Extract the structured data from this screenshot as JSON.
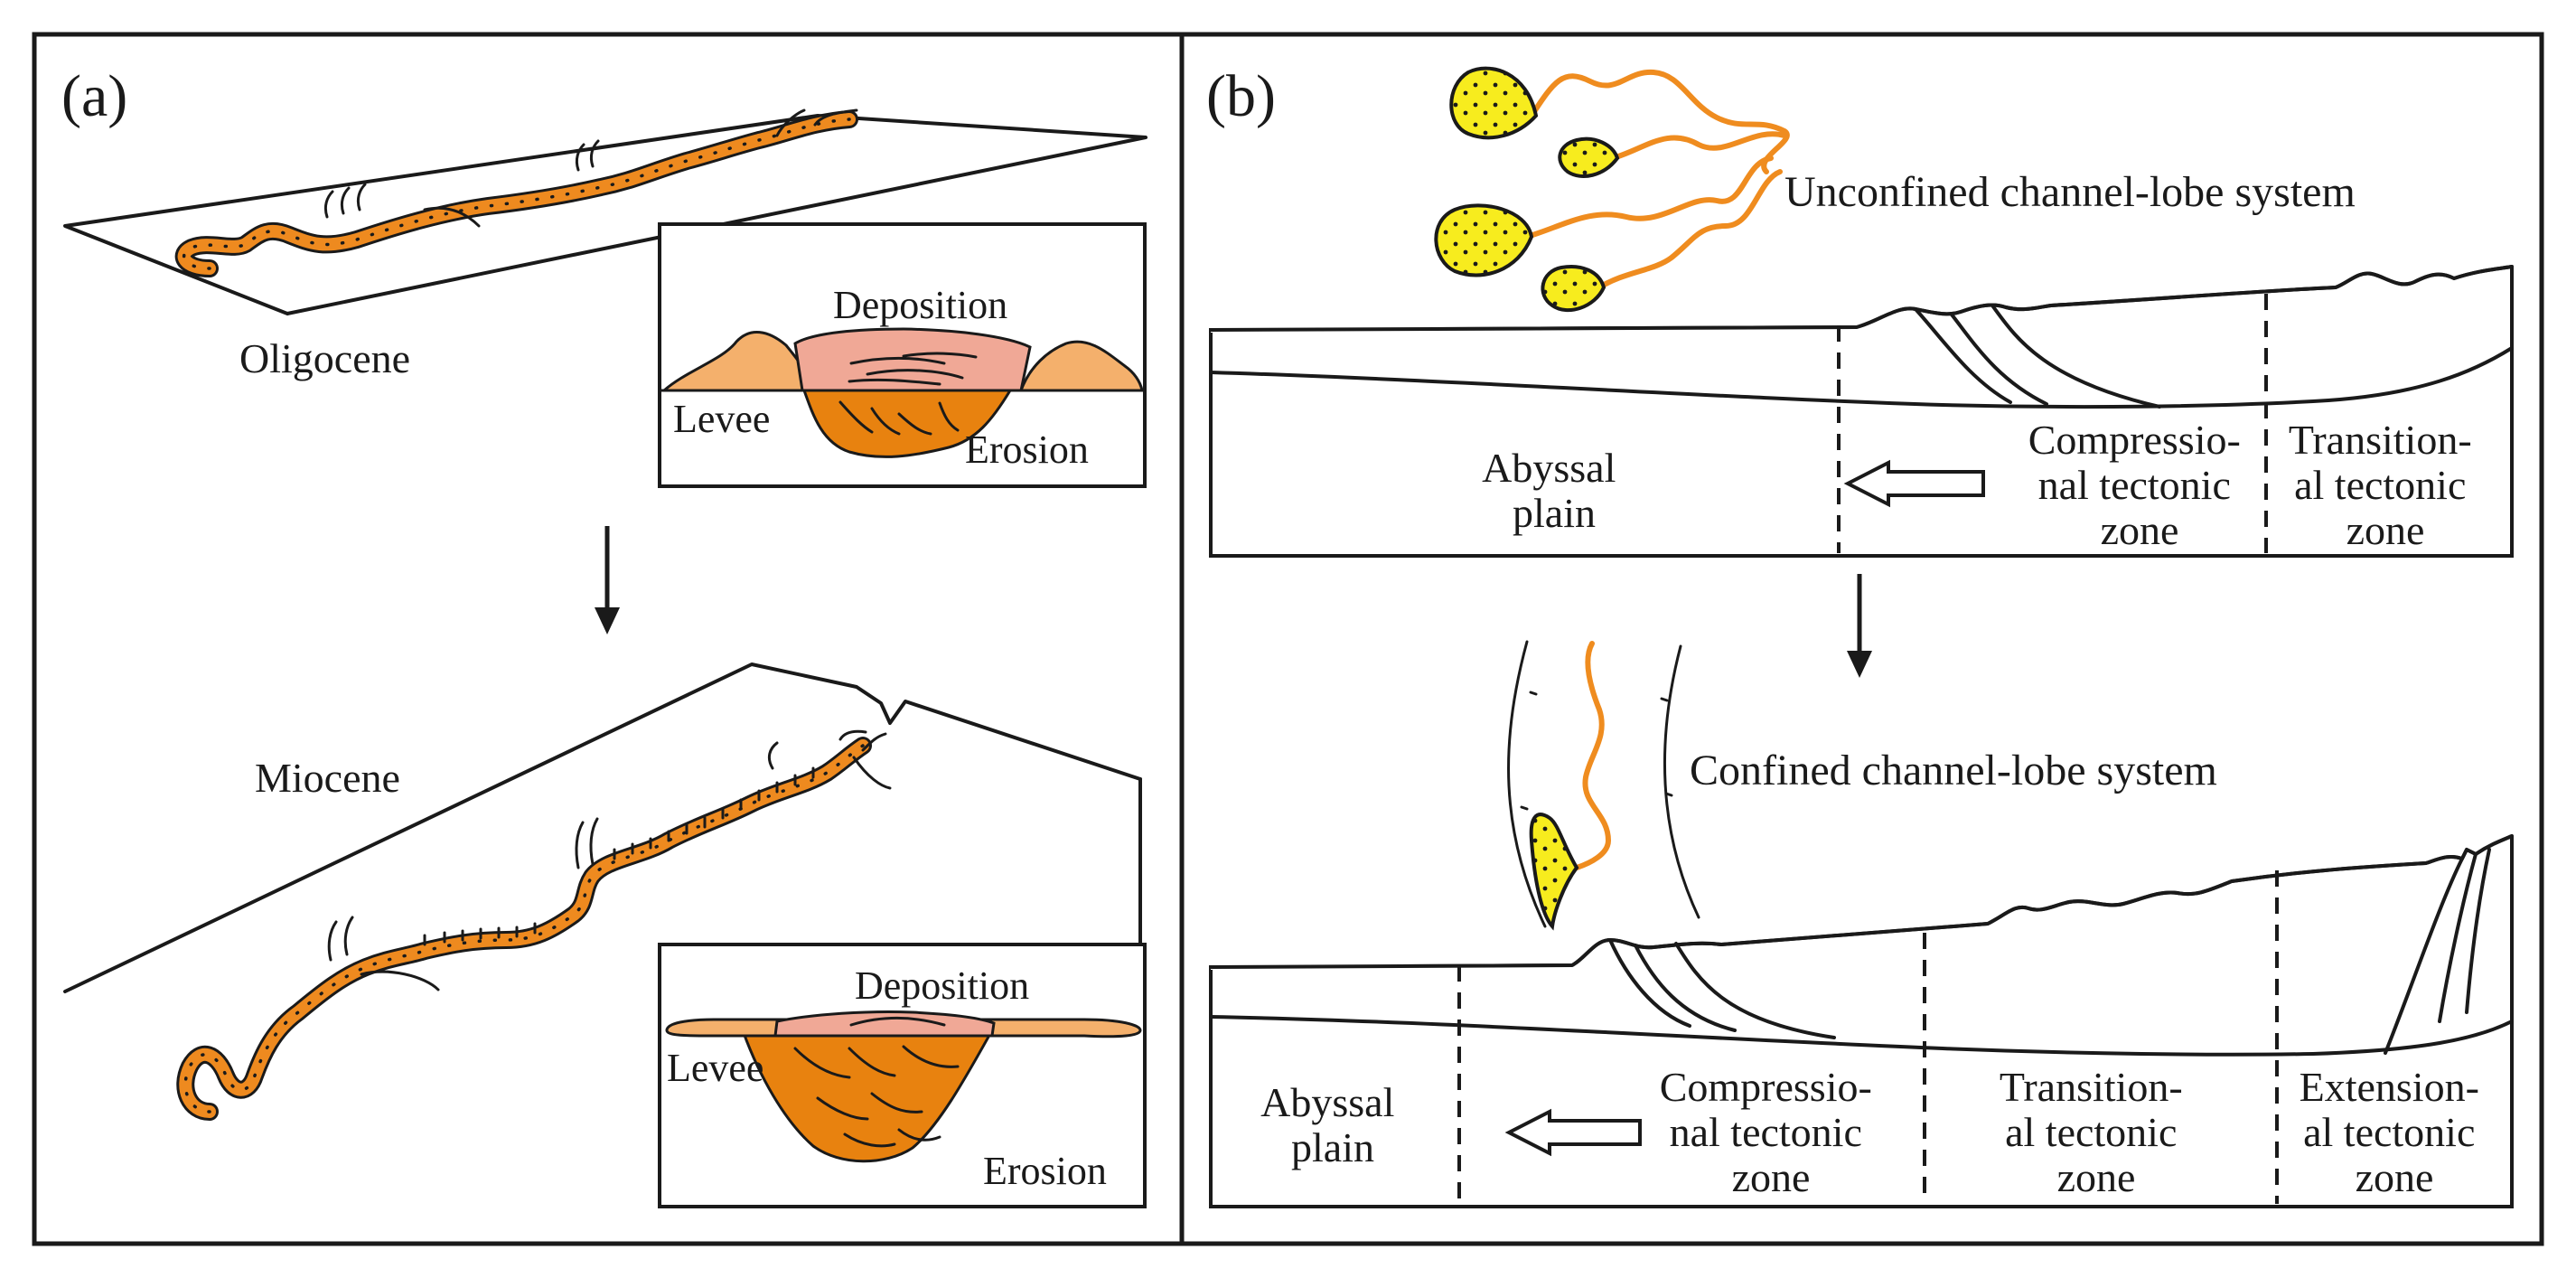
{
  "colors": {
    "channel": "#ee8a1f",
    "erosion": "#e8820f",
    "deposition": "#f0a896",
    "levee": "#f4b06c",
    "lobe": "#f7ec1e",
    "river": "#ef8c1f"
  },
  "panel_a": {
    "tag": "(a)",
    "oligocene": {
      "label": "Oligocene",
      "inset": {
        "deposition": "Deposition",
        "levee": "Levee",
        "erosion": "Erosion"
      }
    },
    "miocene": {
      "label": "Miocene",
      "inset": {
        "deposition": "Deposition",
        "levee": "Levee",
        "erosion": "Erosion"
      }
    }
  },
  "panel_b": {
    "tag": "(b)",
    "top": {
      "title": "Unconfined channel-lobe system",
      "zones": {
        "abyssal": [
          "Abyssal",
          "plain"
        ],
        "compressional": [
          "Compressio-",
          "nal tectonic",
          "zone"
        ],
        "transitional": [
          "Transition-",
          "al tectonic",
          "zone"
        ]
      }
    },
    "bottom": {
      "title": "Confined channel-lobe system",
      "zones": {
        "abyssal": [
          "Abyssal",
          "plain"
        ],
        "compressional": [
          "Compressio-",
          "nal tectonic",
          "zone"
        ],
        "transitional": [
          "Transition-",
          "al tectonic",
          "zone"
        ],
        "extensional": [
          "Extension-",
          "al tectonic",
          "zone"
        ]
      }
    }
  }
}
